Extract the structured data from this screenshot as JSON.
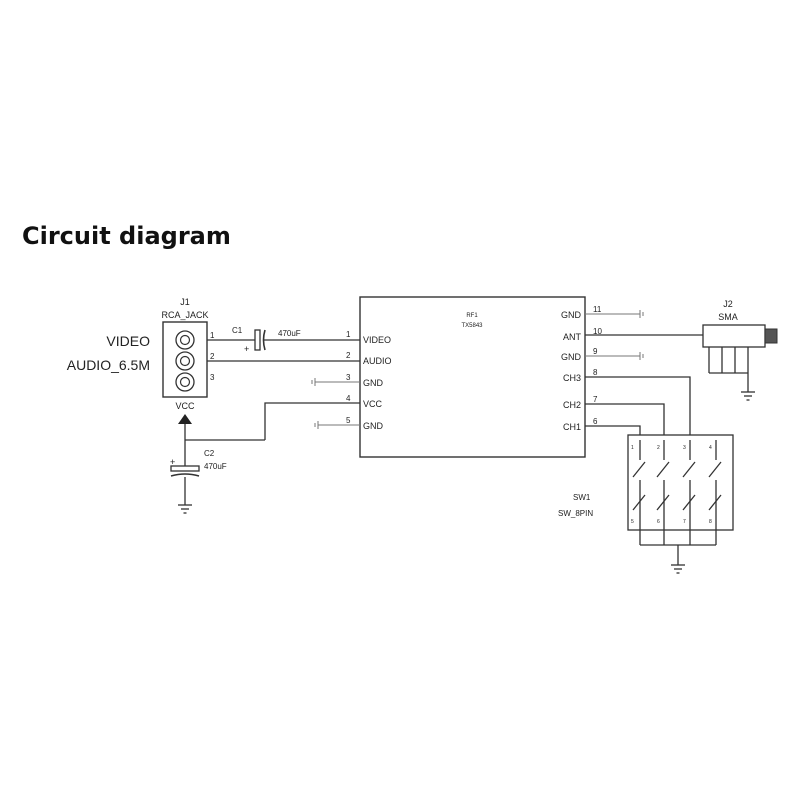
{
  "title": "Circuit diagram",
  "j1": {
    "ref": "J1",
    "name": "RCA_JACK",
    "label_video": "VIDEO",
    "label_audio": "AUDIO_6.5M",
    "pins": [
      "1",
      "2",
      "3"
    ]
  },
  "vcc": {
    "label": "VCC"
  },
  "c1": {
    "ref": "C1",
    "value": "470uF",
    "plus": "+"
  },
  "c2": {
    "ref": "C2",
    "value": "470uF",
    "plus": "+"
  },
  "ic": {
    "ref": "RF1",
    "name": "TX5843",
    "left_pins": [
      {
        "num": "1",
        "name": "VIDEO"
      },
      {
        "num": "2",
        "name": "AUDIO"
      },
      {
        "num": "3",
        "name": "GND"
      },
      {
        "num": "4",
        "name": "VCC"
      },
      {
        "num": "5",
        "name": "GND"
      }
    ],
    "right_pins": [
      {
        "num": "11",
        "name": "GND"
      },
      {
        "num": "10",
        "name": "ANT"
      },
      {
        "num": "9",
        "name": "GND"
      },
      {
        "num": "8",
        "name": "CH3"
      },
      {
        "num": "7",
        "name": "CH2"
      },
      {
        "num": "6",
        "name": "CH1"
      }
    ]
  },
  "j2": {
    "ref": "J2",
    "name": "SMA"
  },
  "sw1": {
    "ref": "SW1",
    "name": "SW_8PIN",
    "top_pins": [
      "1",
      "2",
      "3",
      "4"
    ],
    "bottom_pins": [
      "5",
      "6",
      "7",
      "8"
    ]
  }
}
